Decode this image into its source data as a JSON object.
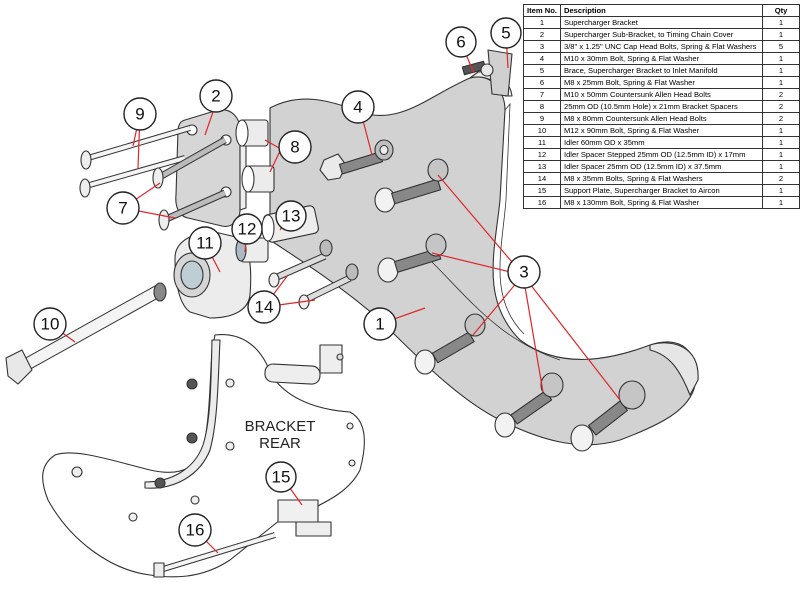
{
  "parts_table": {
    "headers": {
      "item": "Item No.",
      "description": "Description",
      "qty": "Qty"
    },
    "rows": [
      {
        "item": "1",
        "description": "Supercharger Bracket",
        "qty": "1"
      },
      {
        "item": "2",
        "description": "Supercharger Sub-Bracket, to Timing Chain Cover",
        "qty": "1"
      },
      {
        "item": "3",
        "description": "3/8\" x 1.25\" UNC Cap Head Bolts, Spring & Flat Washers",
        "qty": "5"
      },
      {
        "item": "4",
        "description": "M10 x 30mm Bolt, Spring & Flat Washer",
        "qty": "1"
      },
      {
        "item": "5",
        "description": "Brace, Supercharger Bracket to Inlet Manifold",
        "qty": "1"
      },
      {
        "item": "6",
        "description": "M8 x 25mm Bolt, Spring & Flat Washer",
        "qty": "1"
      },
      {
        "item": "7",
        "description": "M10 x 50mm Countersunk Allen Head Bolts",
        "qty": "2"
      },
      {
        "item": "8",
        "description": "25mm OD (10.5mm Hole) x 21mm Bracket Spacers",
        "qty": "2"
      },
      {
        "item": "9",
        "description": "M8 x 80mm Countersunk Allen Head Bolts",
        "qty": "2"
      },
      {
        "item": "10",
        "description": "M12 x 90mm Bolt, Spring & Flat Washer",
        "qty": "1"
      },
      {
        "item": "11",
        "description": "Idler 60mm OD x 35mm",
        "qty": "1"
      },
      {
        "item": "12",
        "description": "Idler Spacer Stepped 25mm OD (12.5mm ID) x 17mm",
        "qty": "1"
      },
      {
        "item": "13",
        "description": "Idler Spacer 25mm OD (12.5mm ID) x 37.5mm",
        "qty": "1"
      },
      {
        "item": "14",
        "description": "M8 x 35mm Bolts, Spring & Flat Washers",
        "qty": "2"
      },
      {
        "item": "15",
        "description": "Support Plate, Supercharger Bracket to Aircon",
        "qty": "1"
      },
      {
        "item": "16",
        "description": "M8 x 130mm Bolt, Spring & Flat Washer",
        "qty": "1"
      }
    ]
  },
  "callouts": {
    "c1": "1",
    "c2": "2",
    "c3": "3",
    "c4": "4",
    "c5": "5",
    "c6": "6",
    "c7": "7",
    "c8": "8",
    "c9": "9",
    "c10": "10",
    "c11": "11",
    "c12": "12",
    "c13": "13",
    "c14": "14",
    "c15": "15",
    "c16": "16"
  },
  "view_label": {
    "line1": "BRACKET",
    "line2": "REAR"
  },
  "colors": {
    "leader": "#e0262b",
    "part_fill": "#d4d4d4",
    "part_light": "#ececec"
  }
}
